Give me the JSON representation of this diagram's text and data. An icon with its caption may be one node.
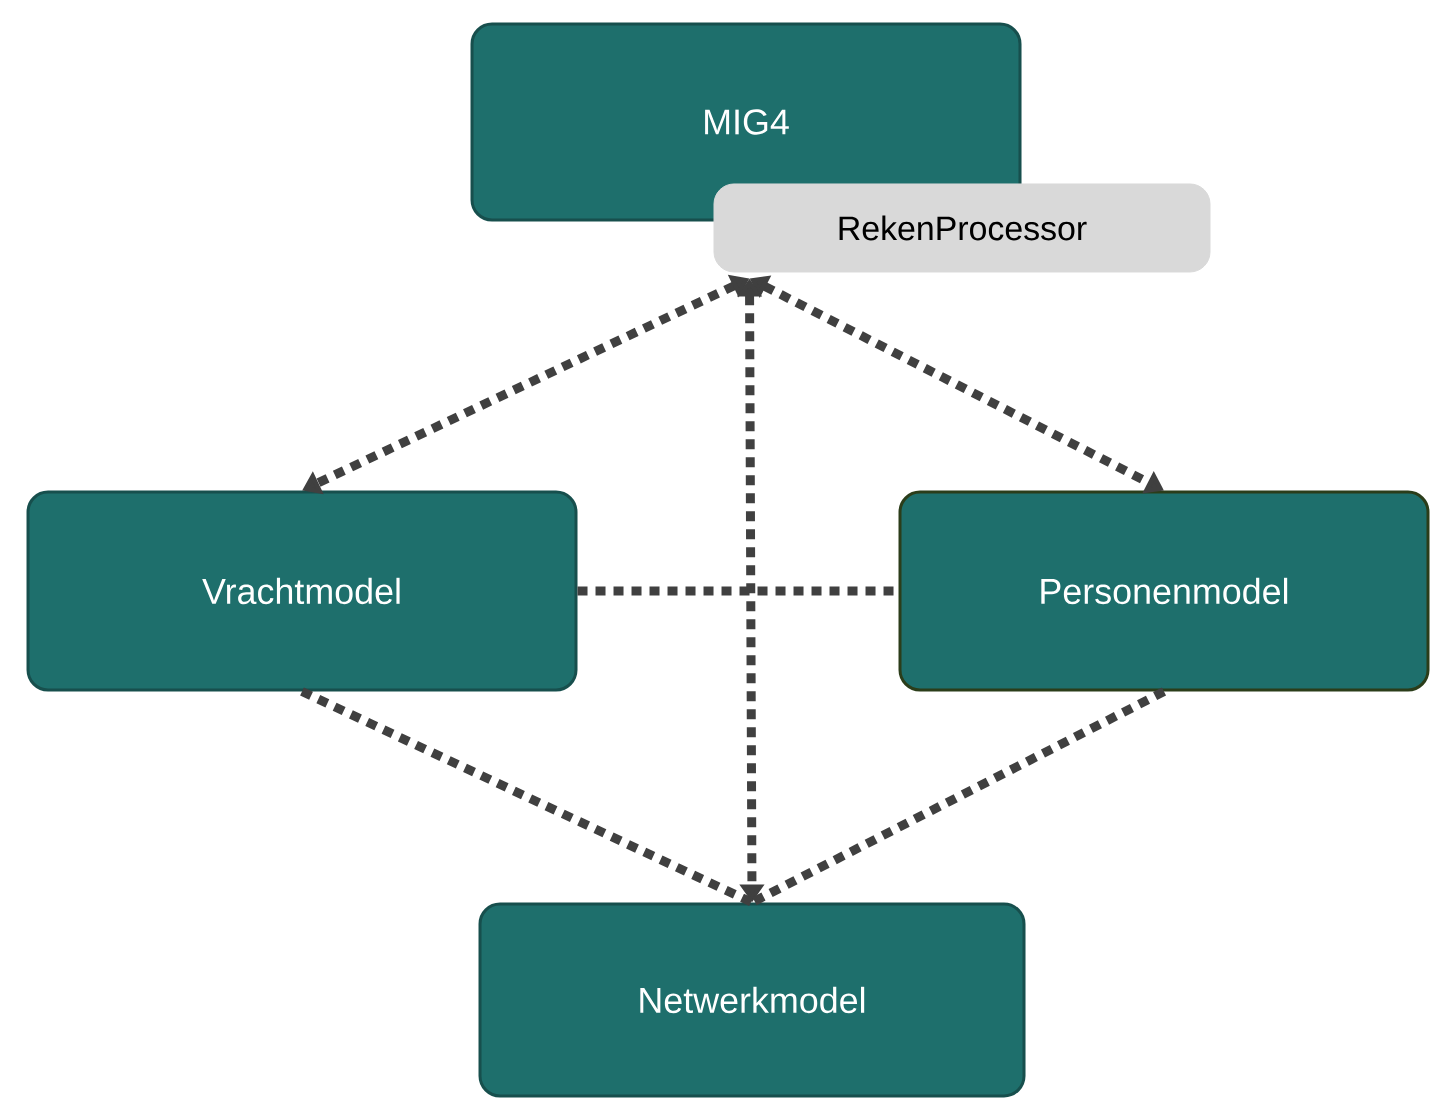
{
  "diagram": {
    "nodes": [
      {
        "text": [
          "MIG4"
        ]
      },
      {
        "text": [
          "RekenProcessor"
        ]
      },
      {
        "text": [
          "Vrachtmodel"
        ]
      },
      {
        "text": [
          "Personenmodel"
        ]
      },
      {
        "text": [
          "Netwerkmodel"
        ]
      }
    ],
    "edges": [
      {
        "from": 1,
        "to": 2,
        "arrow": "both"
      },
      {
        "from": 1,
        "to": 3,
        "arrow": "both"
      },
      {
        "from": 1,
        "to": 4,
        "arrow": "both"
      },
      {
        "from": 2,
        "to": 3,
        "arrow": "none"
      },
      {
        "from": 2,
        "to": 4,
        "arrow": "none"
      },
      {
        "from": 3,
        "to": 4,
        "arrow": "none"
      }
    ]
  }
}
